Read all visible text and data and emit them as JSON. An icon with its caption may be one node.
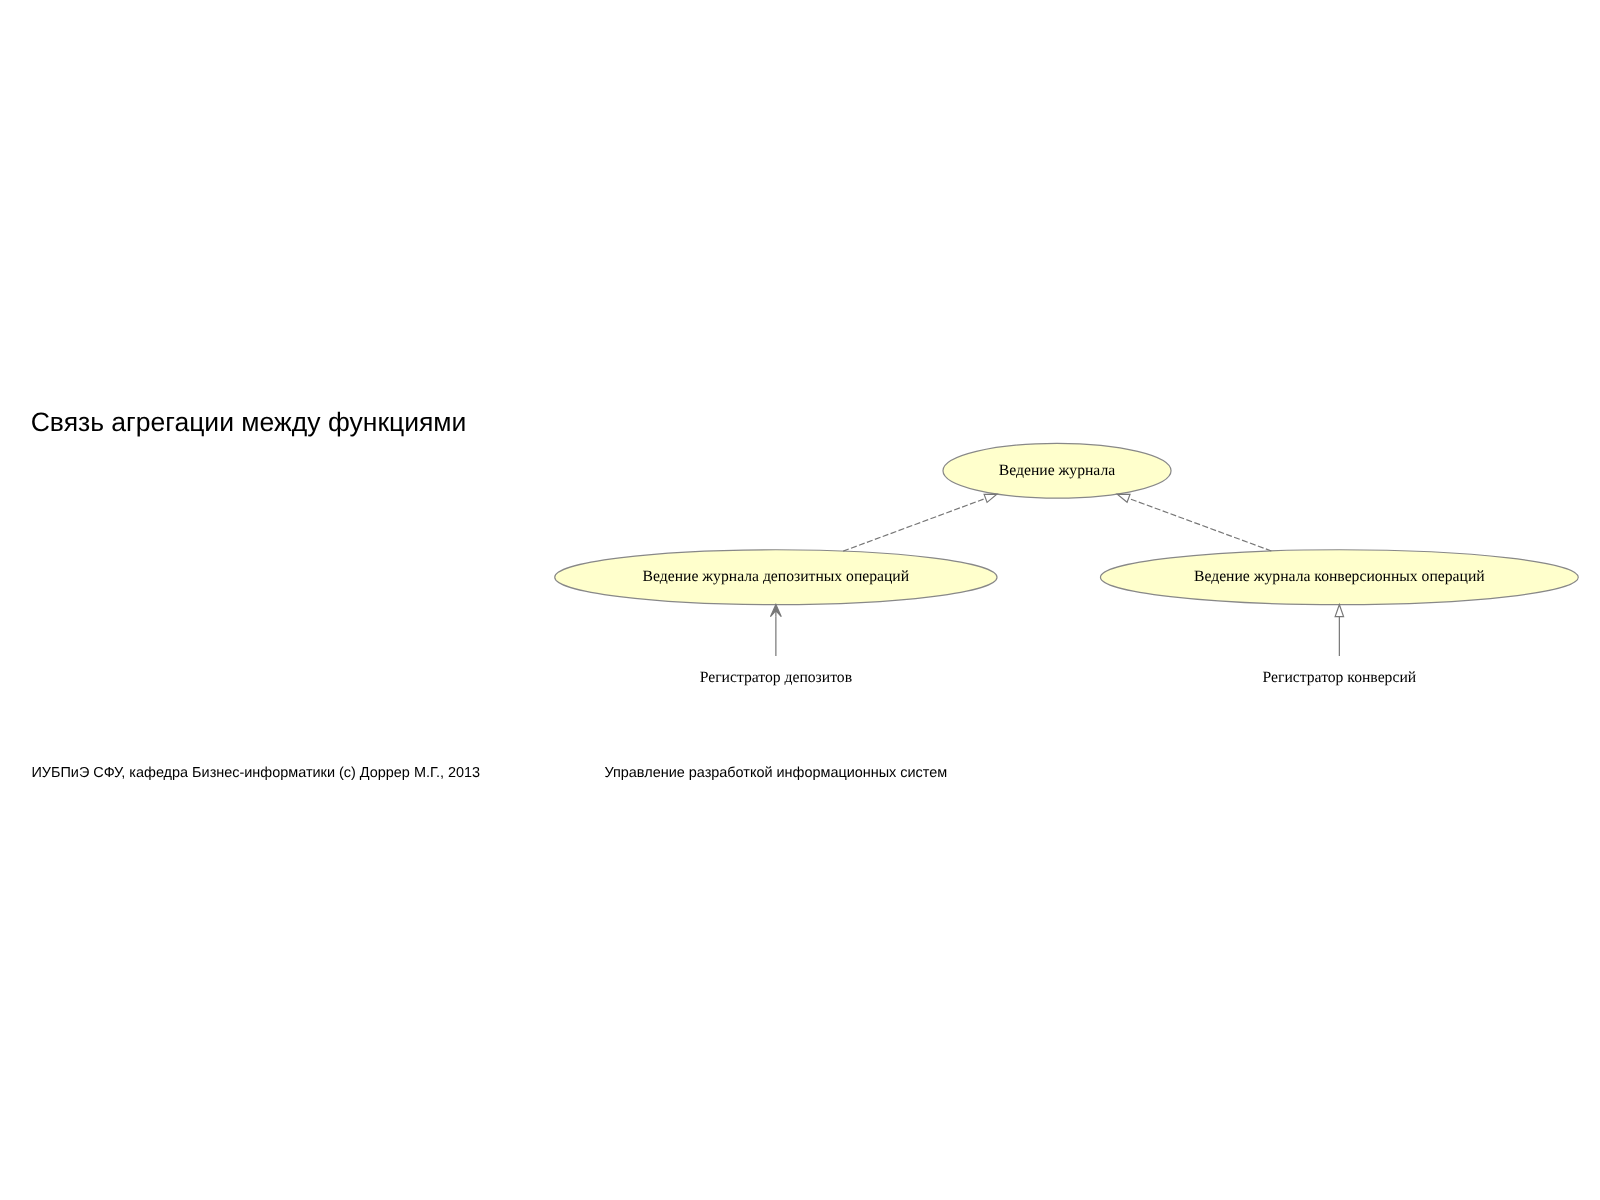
{
  "diagram": {
    "title": "Связь агрегации между функциями",
    "nodes": [
      {
        "text": [
          "Ведение журнала"
        ]
      },
      {
        "text": [
          "Ведение журнала депозитных операций"
        ]
      },
      {
        "text": [
          "Ведение журнала конверсионных операций"
        ]
      },
      {
        "text": [
          "Регистратор депозитов"
        ]
      },
      {
        "text": [
          "Регистратор конверсий"
        ]
      }
    ],
    "edges": [
      {
        "from": 1,
        "to": 0,
        "arrow": "to",
        "style": "dashed"
      },
      {
        "from": 2,
        "to": 0,
        "arrow": "to",
        "style": "dashed"
      },
      {
        "from": 3,
        "to": 1,
        "arrow": "to"
      },
      {
        "from": 4,
        "to": 2,
        "arrow": "to"
      }
    ],
    "labels": [
      "Управление разработкой информационных систем",
      "ИУБПиЭ СФУ, кафедра Бизнес-информатики (с) Доррер М.Г., 2013"
    ]
  }
}
